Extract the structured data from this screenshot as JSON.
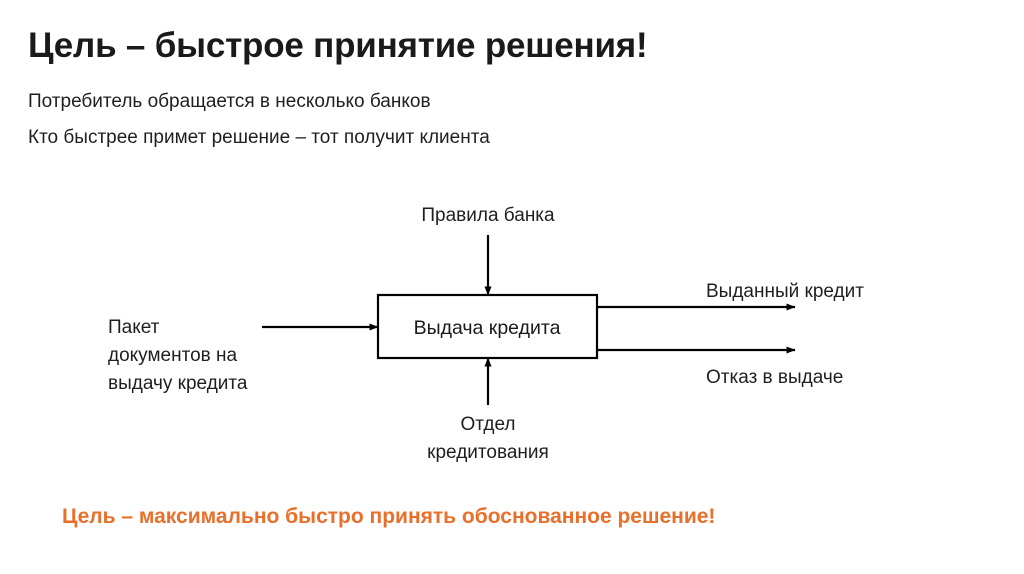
{
  "slide": {
    "title": "Цель – быстрое принятие решения!",
    "subtitles": [
      "Потребитель обращается в несколько банков",
      "Кто быстрее примет решение – тот получит клиента"
    ],
    "footer": "Цель – максимально быстро принять обоснованное решение!",
    "accent_color": "#e8702a",
    "text_color": "#1f1f1f",
    "background_color": "#ffffff"
  },
  "diagram": {
    "type": "idef0-process",
    "process_box": {
      "label": "Выдача кредита"
    },
    "control": {
      "label": "Правила банка",
      "direction": "down-into-box"
    },
    "mechanism": {
      "line1": "Отдел",
      "line2": "кредитования",
      "direction": "up-into-box"
    },
    "input": {
      "line1": "Пакет",
      "line2": "документов на",
      "line3": "выдачу кредита",
      "direction": "right-into-box"
    },
    "outputs": [
      {
        "label": "Выданный кредит",
        "position": "upper-right"
      },
      {
        "label": "Отказ в выдаче",
        "position": "lower-right"
      }
    ]
  }
}
